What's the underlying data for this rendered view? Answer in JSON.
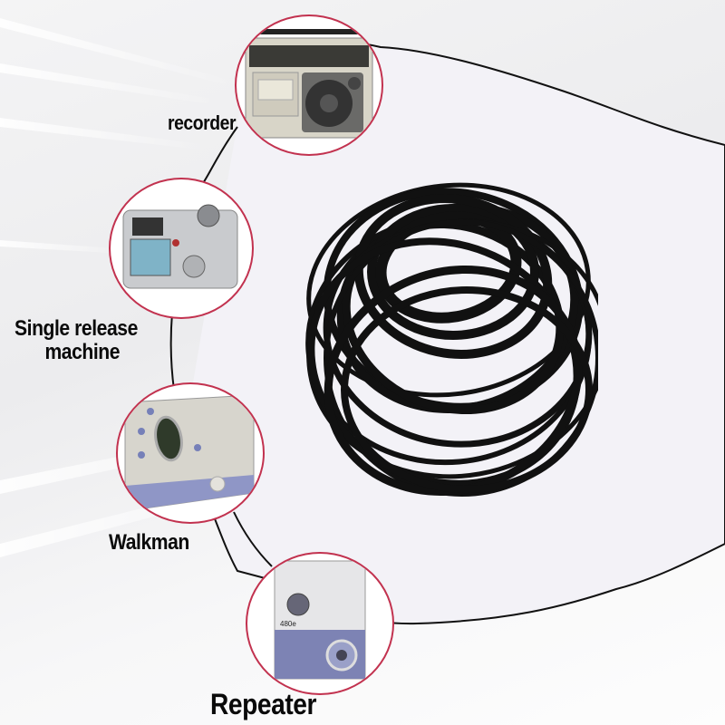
{
  "product": {
    "name": "rubber drive belt assortment",
    "colors": {
      "belt": "#111111",
      "circle_border": "#c2324f",
      "outline": "#111111",
      "background": "#f0f0f2"
    }
  },
  "callouts": [
    {
      "label": "recorder",
      "device": "cassette radio recorder"
    },
    {
      "label": "Single release machine",
      "device": "digital camera"
    },
    {
      "label": "Walkman",
      "device": "portable walkman player"
    },
    {
      "label": "Repeater",
      "device": "cassette repeater"
    }
  ],
  "label_lines": {
    "recorder": "recorder",
    "single_line1": "Single release",
    "single_line2": "machine",
    "walkman": "Walkman",
    "repeater": "Repeater",
    "repeater_badge": "480e"
  }
}
